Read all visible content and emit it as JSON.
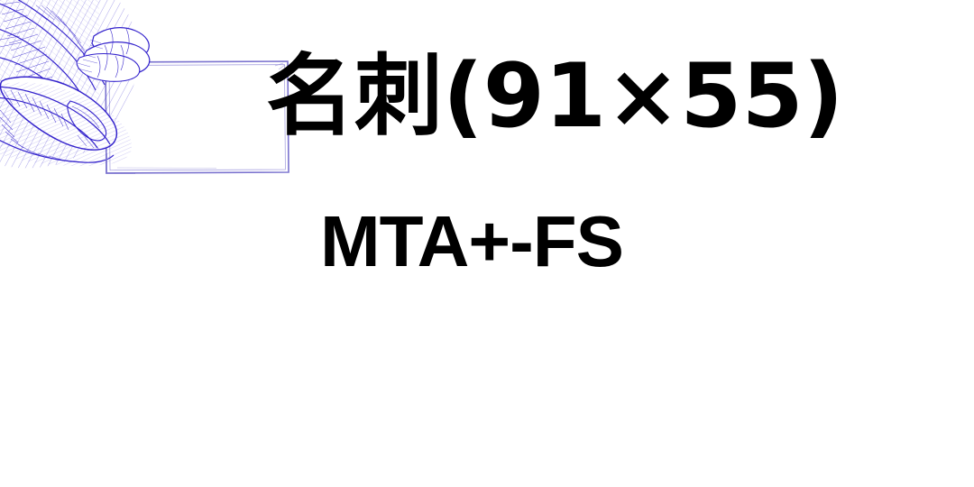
{
  "slide": {
    "background_color": "#ffffff",
    "title": "名刺(91×55)",
    "subtitle": "MTA+-FS"
  },
  "illustration": {
    "name": "hand-holding-business-card-sketch",
    "style": "blue pen line drawing",
    "ink_color": "#3322cc",
    "card_border_color": "#7b73cf",
    "card_fill_color": "#ffffff",
    "alt_text": "Sketch of a hand holding a blank business card"
  },
  "card": {
    "label": "blank business card placeholder",
    "width_mm": "91",
    "height_mm": "55"
  }
}
